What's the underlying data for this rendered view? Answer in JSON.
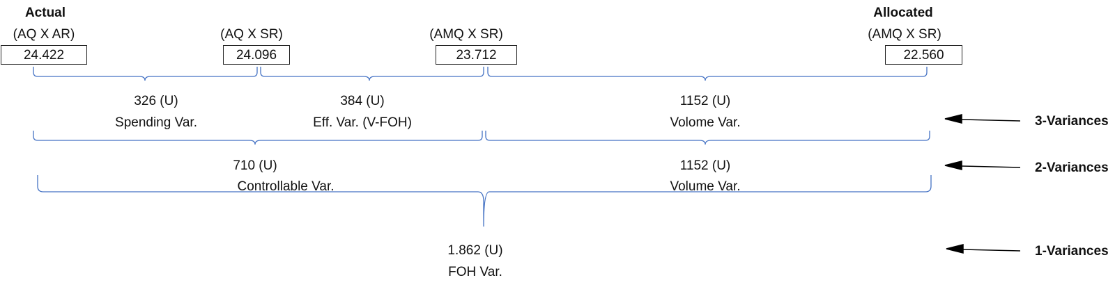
{
  "header": {
    "left": "Actual",
    "right": "Allocated"
  },
  "columns": [
    {
      "formula": "(AQ X AR)",
      "value": "24.422"
    },
    {
      "formula": "(AQ X SR)",
      "value": "24.096"
    },
    {
      "formula": "(AMQ X SR)",
      "value": "23.712"
    },
    {
      "formula": "(AMQ X SR)",
      "value": "22.560"
    }
  ],
  "three_variances": {
    "label": "3-Variances",
    "items": [
      {
        "amount": "326 (U)",
        "name": "Spending Var."
      },
      {
        "amount": "384 (U)",
        "name": "Eff. Var. (V-FOH)"
      },
      {
        "amount": "1152 (U)",
        "name": "Volome Var."
      }
    ]
  },
  "two_variances": {
    "label": "2-Variances",
    "items": [
      {
        "amount": "710 (U)",
        "name": "Controllable Var."
      },
      {
        "amount": "1152 (U)",
        "name": "Volume Var."
      }
    ]
  },
  "one_variance": {
    "label": "1-Variances",
    "items": [
      {
        "amount": "1.862 (U)",
        "name": "FOH Var."
      }
    ]
  },
  "colors": {
    "bracket": "#4472c4",
    "text": "#111111",
    "arrow": "#000000"
  }
}
